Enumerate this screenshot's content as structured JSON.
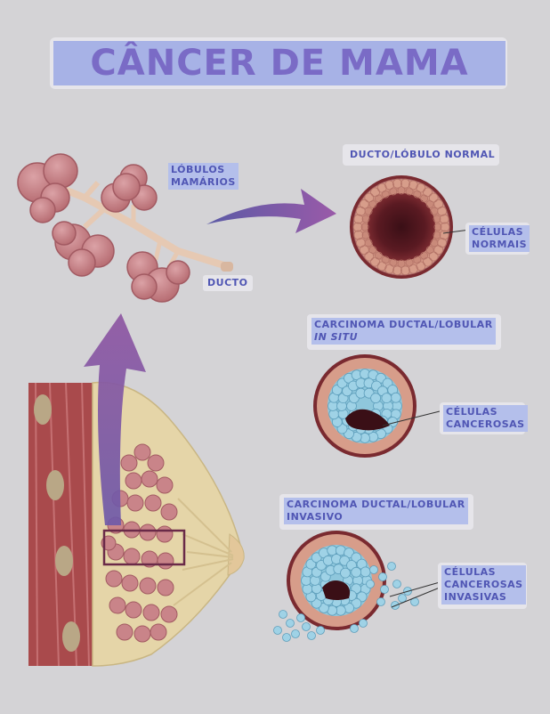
{
  "title": "CÂNCER DE MAMA",
  "labels": {
    "lobulos_1": "LÓBULOS",
    "lobulos_2": "MAMÁRIOS",
    "ducto": "DUCTO",
    "normal_title": "DUCTO/LÓBULO NORMAL",
    "normal_cells_1": "CÉLULAS",
    "normal_cells_2": "NORMAIS",
    "insitu_title_1": "CARCINOMA DUCTAL/LOBULAR",
    "insitu_title_2": "IN SITU",
    "insitu_cells_1": "CÉLULAS",
    "insitu_cells_2": "CANCEROSAS",
    "invasive_title_1": "CARCINOMA DUCTAL/LOBULAR",
    "invasive_title_2": "INVASIVO",
    "invasive_cells_1": "CÉLULAS",
    "invasive_cells_2": "CANCEROSAS",
    "invasive_cells_3": "INVASIVAS"
  },
  "colors": {
    "background": "#d4d3d6",
    "lobule_pink": "#c98489",
    "muscle_red": "#a94a4c",
    "fat_yellow": "#e5d5a8",
    "cancer_blue": "#8fc7dc",
    "arrow_purple": "#8b5aa8",
    "label_text": "#5056b4"
  }
}
